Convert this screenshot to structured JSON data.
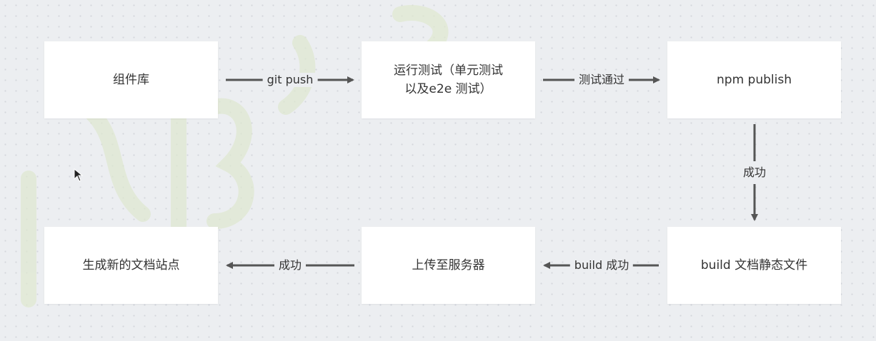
{
  "diagram": {
    "nodes": {
      "component_lib": "组件库",
      "run_tests_line1": "运行测试（单元测试",
      "run_tests_line2": "以及e2e 测试）",
      "npm_publish": "npm publish",
      "build_docs": "build 文档静态文件",
      "upload_server": "上传至服务器",
      "generate_site": "生成新的文档站点"
    },
    "edges": {
      "git_push": "git push",
      "tests_passed": "测试通过",
      "success_down": "成功",
      "build_success": "build 成功",
      "success_left": "成功"
    }
  },
  "colors": {
    "background": "#eceef1",
    "node_fill": "#ffffff",
    "text": "#333333",
    "arrow": "#555555"
  }
}
